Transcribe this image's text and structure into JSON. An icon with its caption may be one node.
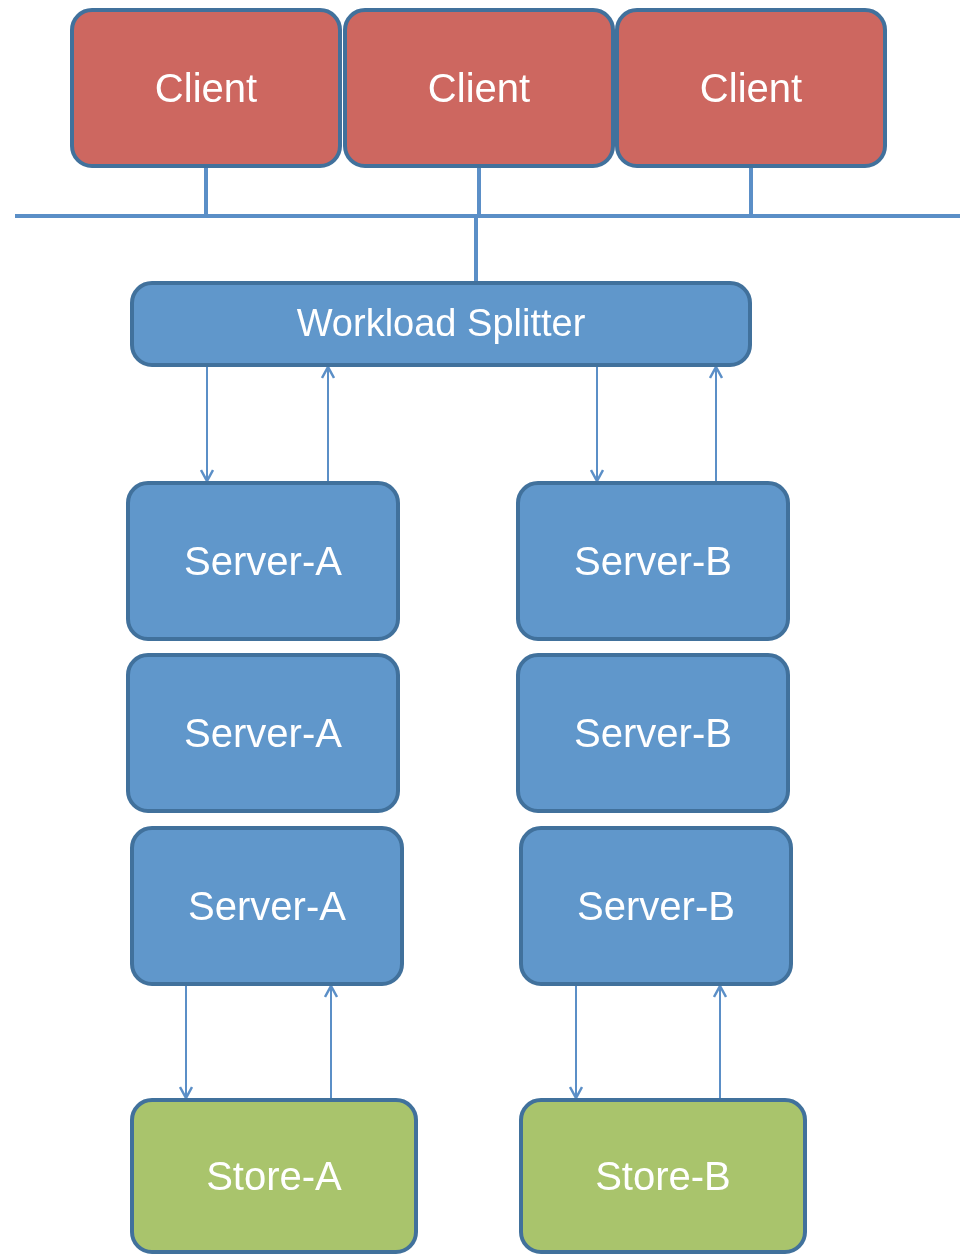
{
  "diagram": {
    "nodes": [
      {
        "text": [
          "Client"
        ]
      },
      {
        "text": [
          "Client"
        ]
      },
      {
        "text": [
          "Client"
        ]
      },
      {
        "text": [],
        "shape": "bar"
      },
      {
        "text": [
          "Workload Splitter"
        ]
      },
      {
        "text": [
          "Server-A"
        ]
      },
      {
        "text": [
          "Server-A"
        ]
      },
      {
        "text": [
          "Server-A"
        ]
      },
      {
        "text": [
          "Server-B"
        ]
      },
      {
        "text": [
          "Server-B"
        ]
      },
      {
        "text": [
          "Server-B"
        ]
      },
      {
        "text": [
          "Store-A"
        ]
      },
      {
        "text": [
          "Store-B"
        ]
      }
    ],
    "edges": [
      {
        "from": 0,
        "to": 3,
        "arrow": "none",
        "style": "thick"
      },
      {
        "from": 1,
        "to": 3,
        "arrow": "none",
        "style": "thick"
      },
      {
        "from": 2,
        "to": 3,
        "arrow": "none",
        "style": "thick"
      },
      {
        "from": 3,
        "to": 4,
        "arrow": "none",
        "style": "thick"
      },
      {
        "from": 4,
        "to": 5,
        "arrow": "to"
      },
      {
        "from": 5,
        "to": 4,
        "arrow": "to"
      },
      {
        "from": 4,
        "to": 8,
        "arrow": "to"
      },
      {
        "from": 8,
        "to": 4,
        "arrow": "to"
      },
      {
        "from": 7,
        "to": 11,
        "arrow": "to"
      },
      {
        "from": 11,
        "to": 7,
        "arrow": "to"
      },
      {
        "from": 10,
        "to": 12,
        "arrow": "to"
      },
      {
        "from": 12,
        "to": 10,
        "arrow": "to"
      }
    ]
  }
}
